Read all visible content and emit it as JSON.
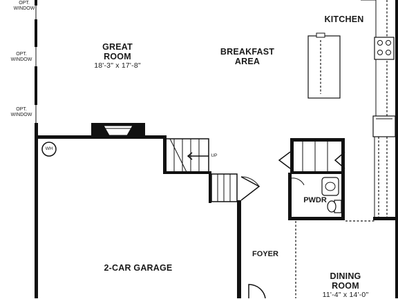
{
  "plan": {
    "rooms": {
      "great_room": {
        "name_line1": "GREAT",
        "name_line2": "ROOM",
        "dimensions": "18'-3\" x 17'-8\""
      },
      "breakfast": {
        "name_line1": "BREAKFAST",
        "name_line2": "AREA"
      },
      "kitchen": {
        "name": "KITCHEN"
      },
      "garage": {
        "name": "2-CAR GARAGE"
      },
      "foyer": {
        "name": "FOYER"
      },
      "powder": {
        "name": "PWDR"
      },
      "dining": {
        "name_line1": "DINING",
        "name_line2": "ROOM",
        "dimensions": "11'-4\" x 14'-0\""
      }
    },
    "windows": [
      {
        "line1": "OPT.",
        "line2": "WINDOW"
      },
      {
        "line1": "OPT.",
        "line2": "WINDOW"
      },
      {
        "line1": "OPT.",
        "line2": "WINDOW"
      }
    ],
    "stair_label": "UP",
    "water_heater": "WH"
  }
}
